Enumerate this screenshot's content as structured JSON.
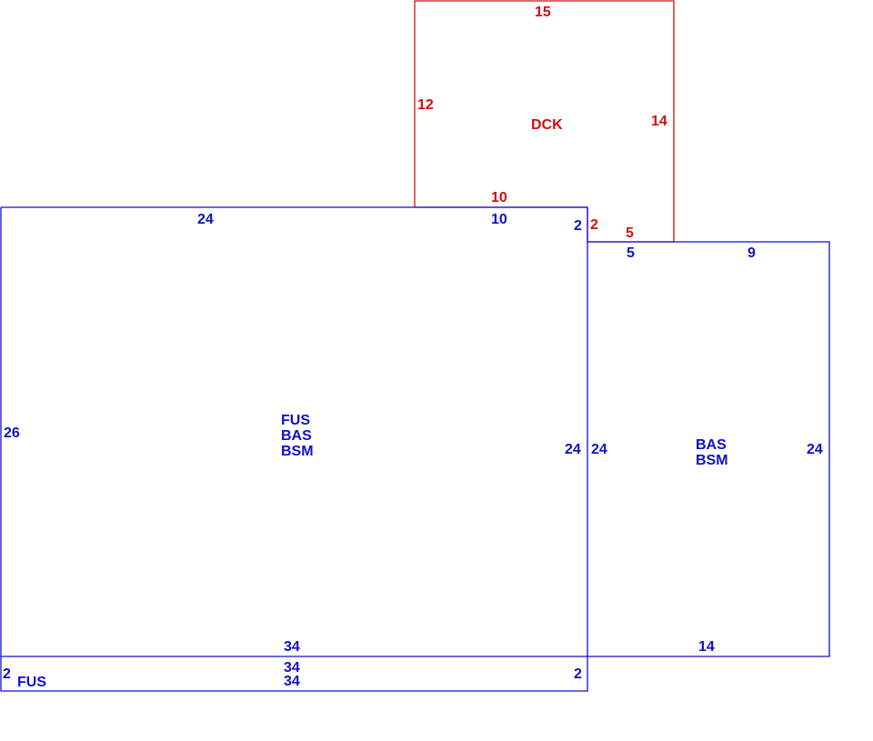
{
  "colors": {
    "main": "#1010c8",
    "deck": "#d01010"
  },
  "deck": {
    "name": "DCK",
    "dims": {
      "top": "15",
      "left": "12",
      "right": "14",
      "bottom": "10",
      "step_vertical": "2",
      "step_horizontal": "5"
    }
  },
  "main_house": {
    "codes": [
      "FUS",
      "BAS",
      "BSM"
    ],
    "dims": {
      "top_left": "24",
      "top_right": "10",
      "notch": "2",
      "left": "26",
      "right": "24",
      "bottom": "34"
    }
  },
  "addition": {
    "codes": [
      "BAS",
      "BSM"
    ],
    "dims": {
      "top_left": "5",
      "top_right": "9",
      "left": "24",
      "right": "24",
      "bottom": "14"
    }
  },
  "strip": {
    "code": "FUS",
    "dims": {
      "top": "34",
      "bottom": "34",
      "left": "2",
      "right": "2"
    }
  }
}
